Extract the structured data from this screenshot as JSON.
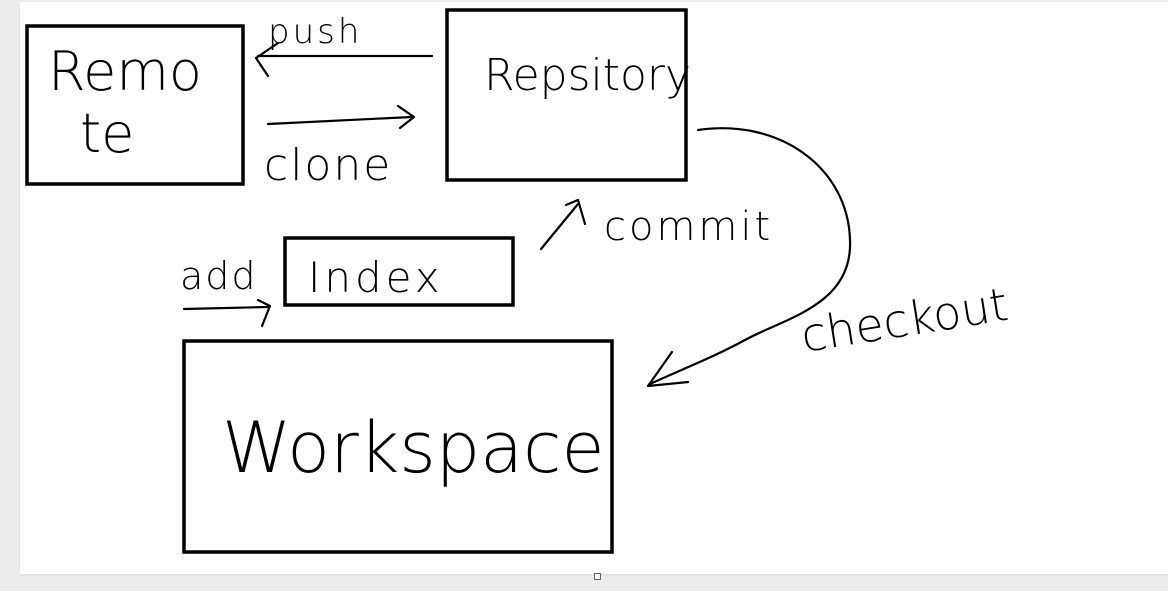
{
  "nodes": {
    "remote": {
      "line1": "Remo",
      "line2": "te"
    },
    "repository": {
      "label": "Repsitory"
    },
    "index": {
      "label": "Index"
    },
    "workspace": {
      "label": "Workspace"
    }
  },
  "edges": {
    "push": "push",
    "clone": "clone",
    "commit": "commit",
    "add": "add",
    "checkout": "checkout"
  }
}
